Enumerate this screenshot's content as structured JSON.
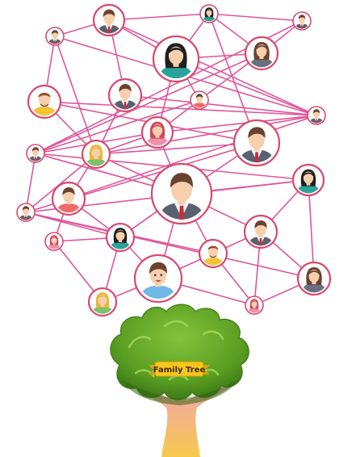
{
  "colors": {
    "link": "#e0559a",
    "node_ring": "#d9486d",
    "node_fill": "#ffffff",
    "suit": "#5b6070",
    "shirt": "#f3f3f3",
    "tie": "#c62f3c",
    "skin": "#f6cfac",
    "hair_brown": "#6a4330",
    "hair_black": "#1f1f1f",
    "hair_blonde": "#e6b73a",
    "teal": "#2aa39b",
    "yellow_shirt": "#f3c531",
    "pink": "#ef8faa",
    "tree_leaf": "#5a9e22",
    "tree_leaf_light": "#84c23a",
    "tree_leaf_dark": "#3d7a17",
    "trunk_top": "#f1a0c3",
    "trunk_bottom": "#f6c84a",
    "banner": "#f7c51e",
    "banner_text": "#3a2a10"
  },
  "tree": {
    "label": "Family Tree"
  },
  "people": [
    {
      "id": "p1",
      "type": "man-suit"
    },
    {
      "id": "p2",
      "type": "girl-dark"
    },
    {
      "id": "p3",
      "type": "man-suit"
    },
    {
      "id": "p4",
      "type": "man-suit"
    },
    {
      "id": "p5",
      "type": "woman-black-hair"
    },
    {
      "id": "p6",
      "type": "woman-brown"
    },
    {
      "id": "p7",
      "type": "man-yellow"
    },
    {
      "id": "p8",
      "type": "man-suit"
    },
    {
      "id": "p9",
      "type": "boy"
    },
    {
      "id": "p10",
      "type": "man-suit"
    },
    {
      "id": "p11",
      "type": "woman-pink"
    },
    {
      "id": "p12",
      "type": "man-suit"
    },
    {
      "id": "p13",
      "type": "man-suit"
    },
    {
      "id": "p14",
      "type": "girl-blonde"
    },
    {
      "id": "p15",
      "type": "man-suit"
    },
    {
      "id": "p16",
      "type": "woman-black-hair"
    },
    {
      "id": "p17",
      "type": "boy"
    },
    {
      "id": "p18",
      "type": "man-suit"
    },
    {
      "id": "p19",
      "type": "woman-pink"
    },
    {
      "id": "p20",
      "type": "woman-black-hair"
    },
    {
      "id": "p21",
      "type": "man-yellow"
    },
    {
      "id": "p22",
      "type": "man-suit"
    },
    {
      "id": "p23",
      "type": "boy-big"
    },
    {
      "id": "p24",
      "type": "woman-brown"
    },
    {
      "id": "p25",
      "type": "girl-blonde"
    },
    {
      "id": "p26",
      "type": "woman-pink"
    }
  ],
  "links": [
    [
      "p1",
      "p4"
    ],
    [
      "p1",
      "p2"
    ],
    [
      "p1",
      "p5"
    ],
    [
      "p1",
      "p8"
    ],
    [
      "p1",
      "p10"
    ],
    [
      "p2",
      "p3"
    ],
    [
      "p2",
      "p6"
    ],
    [
      "p2",
      "p5"
    ],
    [
      "p2",
      "p12"
    ],
    [
      "p3",
      "p6"
    ],
    [
      "p3",
      "p13"
    ],
    [
      "p4",
      "p7"
    ],
    [
      "p4",
      "p10"
    ],
    [
      "p4",
      "p14"
    ],
    [
      "p5",
      "p6"
    ],
    [
      "p5",
      "p10"
    ],
    [
      "p5",
      "p11"
    ],
    [
      "p5",
      "p9"
    ],
    [
      "p6",
      "p13"
    ],
    [
      "p6",
      "p9"
    ],
    [
      "p7",
      "p10"
    ],
    [
      "p7",
      "p14"
    ],
    [
      "p7",
      "p12"
    ],
    [
      "p8",
      "p10"
    ],
    [
      "p8",
      "p14"
    ],
    [
      "p9",
      "p11"
    ],
    [
      "p9",
      "p13"
    ],
    [
      "p10",
      "p14"
    ],
    [
      "p10",
      "p11"
    ],
    [
      "p10",
      "p17"
    ],
    [
      "p11",
      "p14"
    ],
    [
      "p11",
      "p15"
    ],
    [
      "p11",
      "p13"
    ],
    [
      "p12",
      "p15"
    ],
    [
      "p12",
      "p14"
    ],
    [
      "p12",
      "p18"
    ],
    [
      "p13",
      "p15"
    ],
    [
      "p13",
      "p16"
    ],
    [
      "p13",
      "p18"
    ],
    [
      "p14",
      "p18"
    ],
    [
      "p14",
      "p15"
    ],
    [
      "p14",
      "p17"
    ],
    [
      "p15",
      "p16"
    ],
    [
      "p15",
      "p20"
    ],
    [
      "p15",
      "p21"
    ],
    [
      "p15",
      "p22"
    ],
    [
      "p15",
      "p23"
    ],
    [
      "p15",
      "p13"
    ],
    [
      "p16",
      "p22"
    ],
    [
      "p16",
      "p24"
    ],
    [
      "p17",
      "p19"
    ],
    [
      "p17",
      "p20"
    ],
    [
      "p18",
      "p20"
    ],
    [
      "p18",
      "p21"
    ],
    [
      "p18",
      "p24"
    ],
    [
      "p18",
      "p16"
    ],
    [
      "p19",
      "p20"
    ],
    [
      "p19",
      "p25"
    ],
    [
      "p20",
      "p23"
    ],
    [
      "p20",
      "p25"
    ],
    [
      "p20",
      "p15"
    ],
    [
      "p21",
      "p23"
    ],
    [
      "p21",
      "p22"
    ],
    [
      "p21",
      "p26"
    ],
    [
      "p22",
      "p24"
    ],
    [
      "p22",
      "p26"
    ],
    [
      "p23",
      "p25"
    ],
    [
      "p23",
      "p26"
    ],
    [
      "p24",
      "p26"
    ]
  ]
}
